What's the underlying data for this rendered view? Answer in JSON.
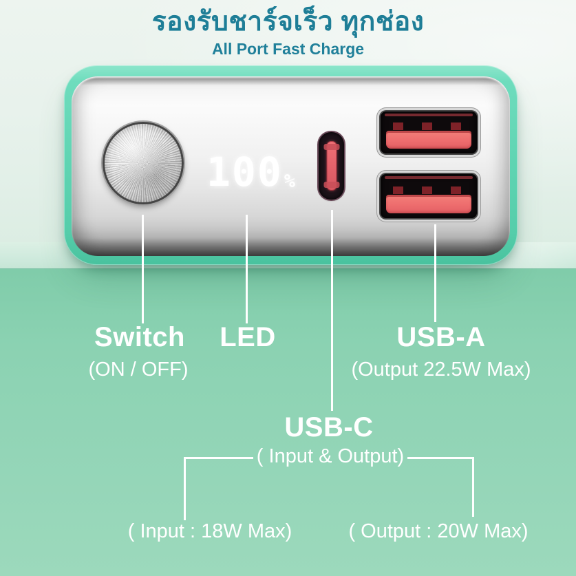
{
  "header": {
    "title_thai": "รองรับชาร์จเร็ว ทุกช่อง",
    "subtitle_english": "All Port Fast Charge"
  },
  "device": {
    "display": {
      "value": "100",
      "unit": "%"
    }
  },
  "callouts": {
    "switch": {
      "title": "Switch",
      "subtitle": "(ON / OFF)"
    },
    "led": {
      "title": "LED"
    },
    "usb_a": {
      "title": "USB-A",
      "subtitle": "(Output 22.5W Max)"
    },
    "usb_c": {
      "title": "USB-C",
      "subtitle": "( Input & Output)",
      "input_spec": "( Input : 18W Max)",
      "output_spec": "( Output : 20W Max)"
    }
  },
  "colors": {
    "accent_teal": "#1e7e97",
    "device_mint": "#5fd4b2",
    "port_red": "#ee6d6e",
    "callout_text": "#ffffff",
    "background_wall": "#e8f2ec",
    "background_floor": "#8ed3b4"
  }
}
